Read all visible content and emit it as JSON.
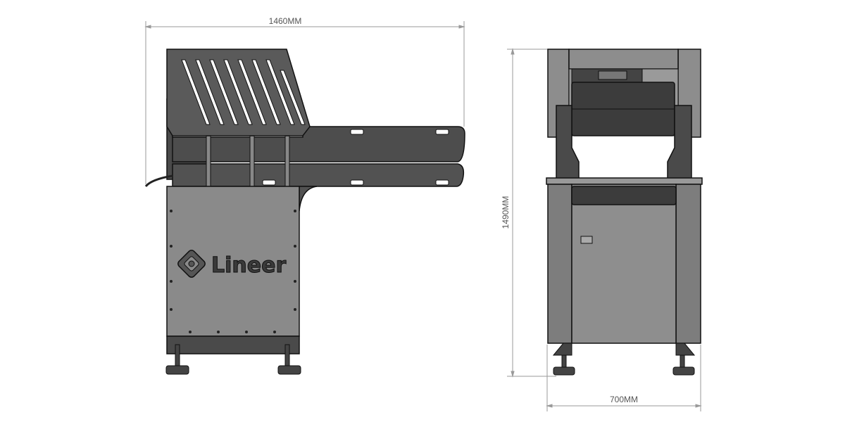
{
  "dimensions": {
    "width_side": "1460MM",
    "height": "1490MM",
    "width_front": "700MM"
  },
  "logo": {
    "text": "Lineer"
  },
  "colors": {
    "body": "#7a7a7a",
    "panel": "#8c8c8c",
    "dark": "#454545",
    "line": "#111111",
    "dimension": "#888888"
  }
}
